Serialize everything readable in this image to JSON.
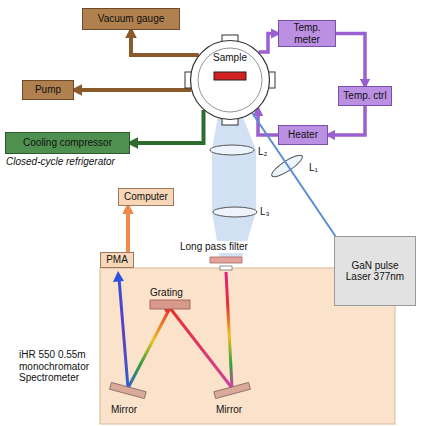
{
  "diagram": {
    "nodes": [
      {
        "text": [
          "Vacuum gauge"
        ]
      },
      {
        "text": [
          "Temp. meter"
        ]
      },
      {
        "text": [
          "Pump"
        ]
      },
      {
        "text": [
          "Sample"
        ]
      },
      {
        "text": [
          "Temp. ctrl"
        ]
      },
      {
        "text": [
          "Cooling compressor"
        ]
      },
      {
        "text": [
          "Heater"
        ]
      },
      {
        "text": [
          "Computer"
        ]
      },
      {
        "text": [
          "GaN pulse Laser 377nm"
        ]
      },
      {
        "text": [
          "iHR 550 0.55m monochromator Spectrometer"
        ]
      },
      {
        "text": [
          "PMA"
        ]
      }
    ],
    "edges": [
      {
        "from": 3,
        "to": 0,
        "arrow": "to"
      },
      {
        "from": 3,
        "to": 2,
        "arrow": "to"
      },
      {
        "from": 3,
        "to": 5,
        "arrow": "to"
      },
      {
        "from": 3,
        "to": 1,
        "arrow": "to"
      },
      {
        "from": 1,
        "to": 4,
        "arrow": "to"
      },
      {
        "from": 4,
        "to": 6,
        "arrow": "to"
      },
      {
        "from": 6,
        "to": 3,
        "arrow": "to"
      },
      {
        "from": 10,
        "to": 7,
        "arrow": "to"
      },
      {
        "from": 8,
        "to": 3,
        "arrow": "none"
      }
    ],
    "labels": [
      "Closed-cycle refrigerator",
      "L₂",
      "L₃",
      "L₁",
      "Long pass filter",
      "Grating",
      "Mirror",
      "Mirror"
    ]
  }
}
